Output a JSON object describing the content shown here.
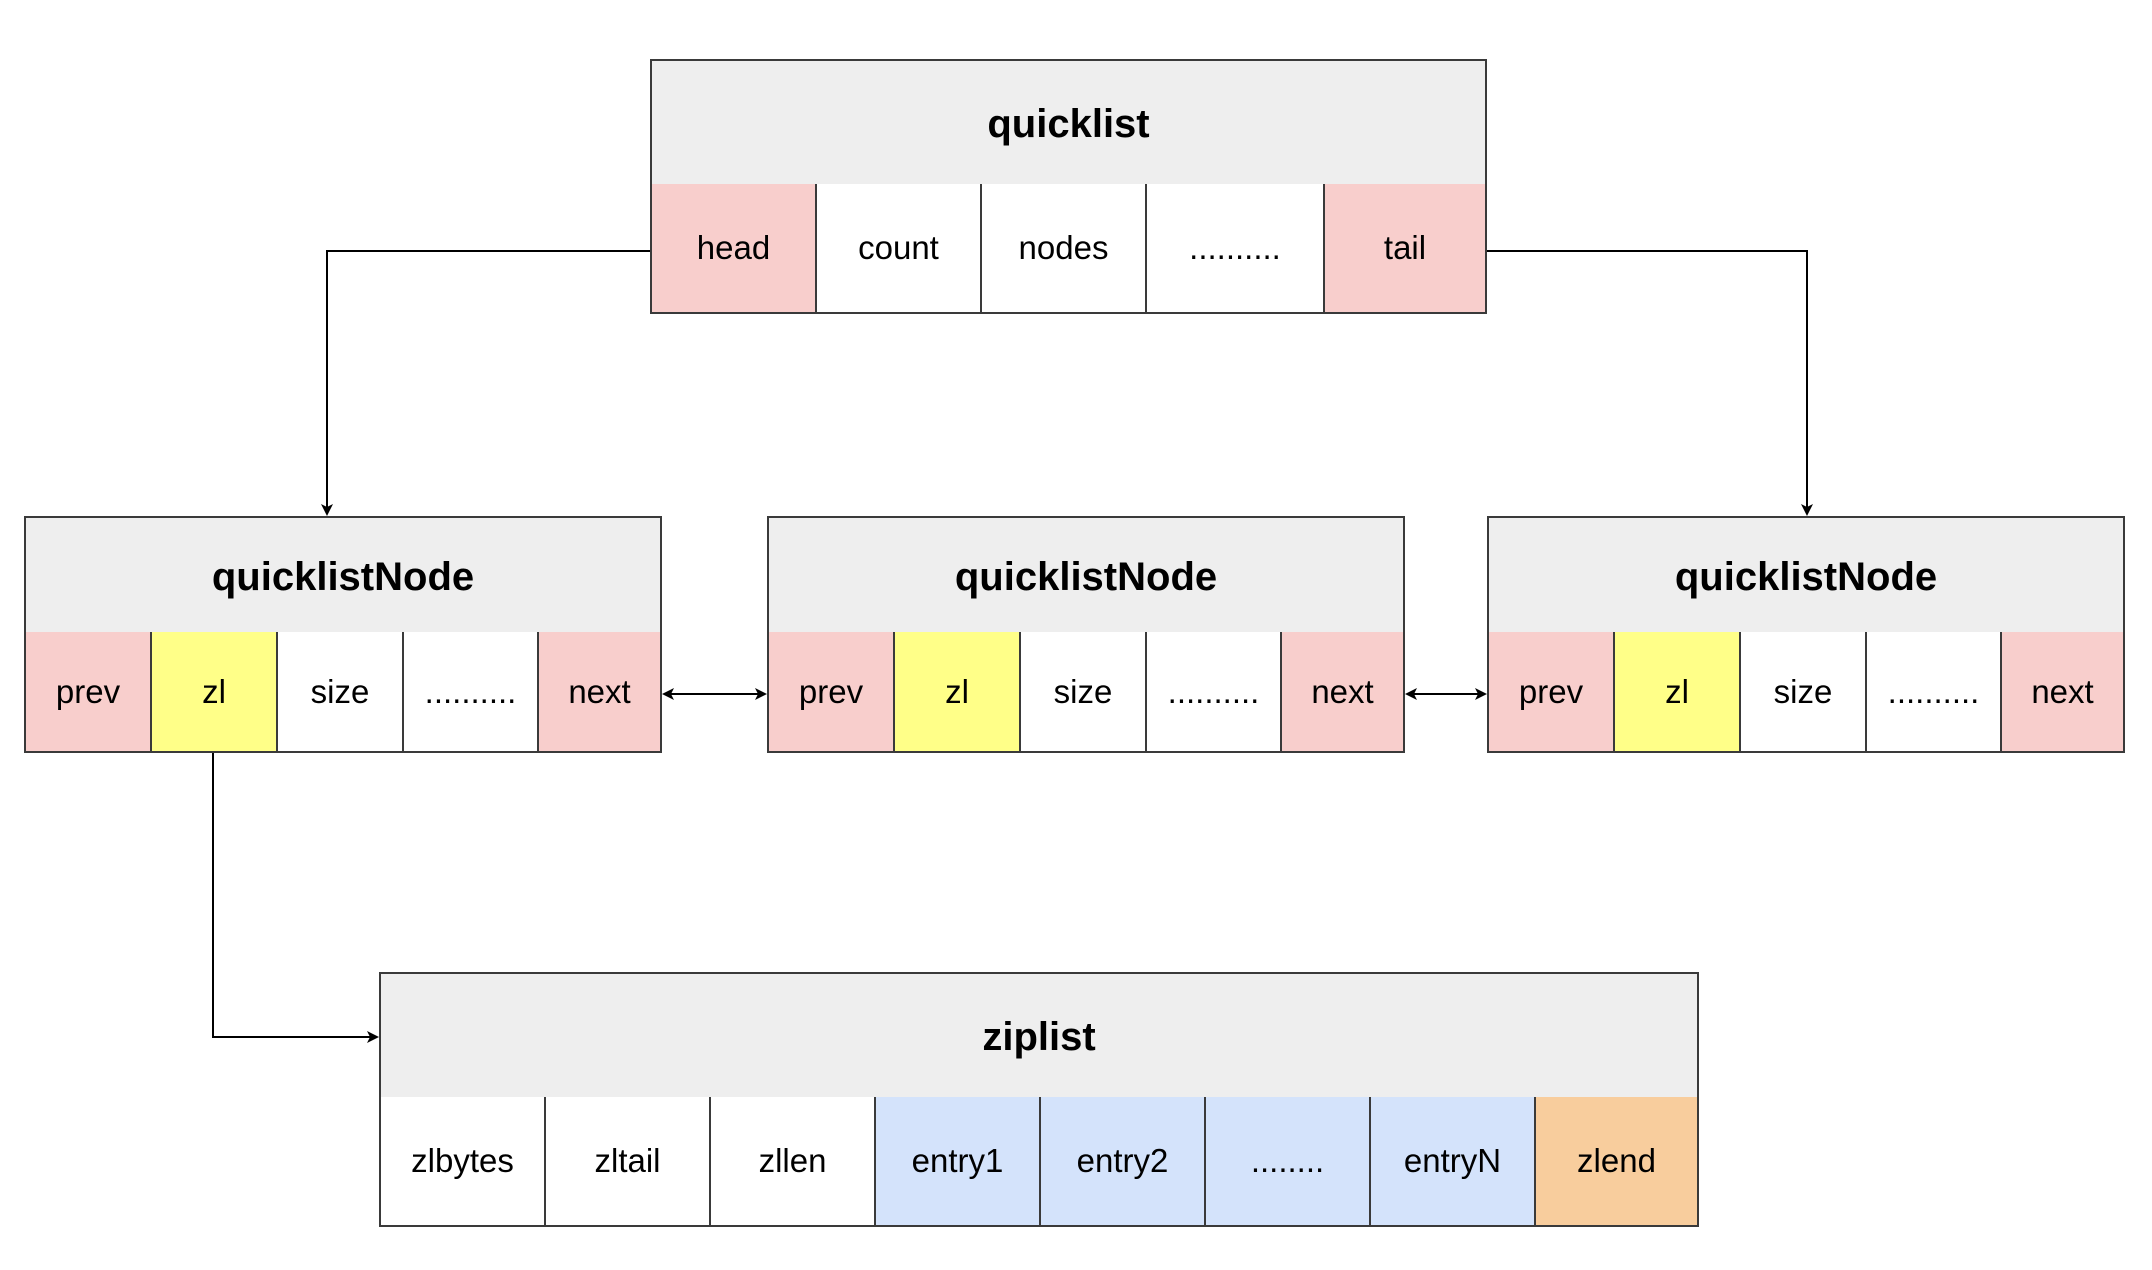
{
  "colors": {
    "pointer": "#f8cecc",
    "zl": "#ffff88",
    "entry": "#d4e3fb",
    "zlend": "#f8cd9d",
    "plain": "#ffffff",
    "header": "#eeeeee"
  },
  "quicklist": {
    "title": "quicklist",
    "fields": [
      {
        "label": "head",
        "kind": "pointer"
      },
      {
        "label": "count",
        "kind": "plain"
      },
      {
        "label": "nodes",
        "kind": "plain"
      },
      {
        "label": "..........",
        "kind": "plain"
      },
      {
        "label": "tail",
        "kind": "pointer"
      }
    ]
  },
  "nodes": [
    {
      "title": "quicklistNode",
      "fields": [
        {
          "label": "prev",
          "kind": "pointer"
        },
        {
          "label": "zl",
          "kind": "zl"
        },
        {
          "label": "size",
          "kind": "plain"
        },
        {
          "label": "..........",
          "kind": "plain"
        },
        {
          "label": "next",
          "kind": "pointer"
        }
      ]
    },
    {
      "title": "quicklistNode",
      "fields": [
        {
          "label": "prev",
          "kind": "pointer"
        },
        {
          "label": "zl",
          "kind": "zl"
        },
        {
          "label": "size",
          "kind": "plain"
        },
        {
          "label": "..........",
          "kind": "plain"
        },
        {
          "label": "next",
          "kind": "pointer"
        }
      ]
    },
    {
      "title": "quicklistNode",
      "fields": [
        {
          "label": "prev",
          "kind": "pointer"
        },
        {
          "label": "zl",
          "kind": "zl"
        },
        {
          "label": "size",
          "kind": "plain"
        },
        {
          "label": "..........",
          "kind": "plain"
        },
        {
          "label": "next",
          "kind": "pointer"
        }
      ]
    }
  ],
  "ziplist": {
    "title": "ziplist",
    "fields": [
      {
        "label": "zlbytes",
        "kind": "plain"
      },
      {
        "label": "zltail",
        "kind": "plain"
      },
      {
        "label": "zllen",
        "kind": "plain"
      },
      {
        "label": "entry1",
        "kind": "entry"
      },
      {
        "label": "entry2",
        "kind": "entry"
      },
      {
        "label": "........",
        "kind": "entry"
      },
      {
        "label": "entryN",
        "kind": "entry"
      },
      {
        "label": "zlend",
        "kind": "zlend"
      }
    ]
  }
}
